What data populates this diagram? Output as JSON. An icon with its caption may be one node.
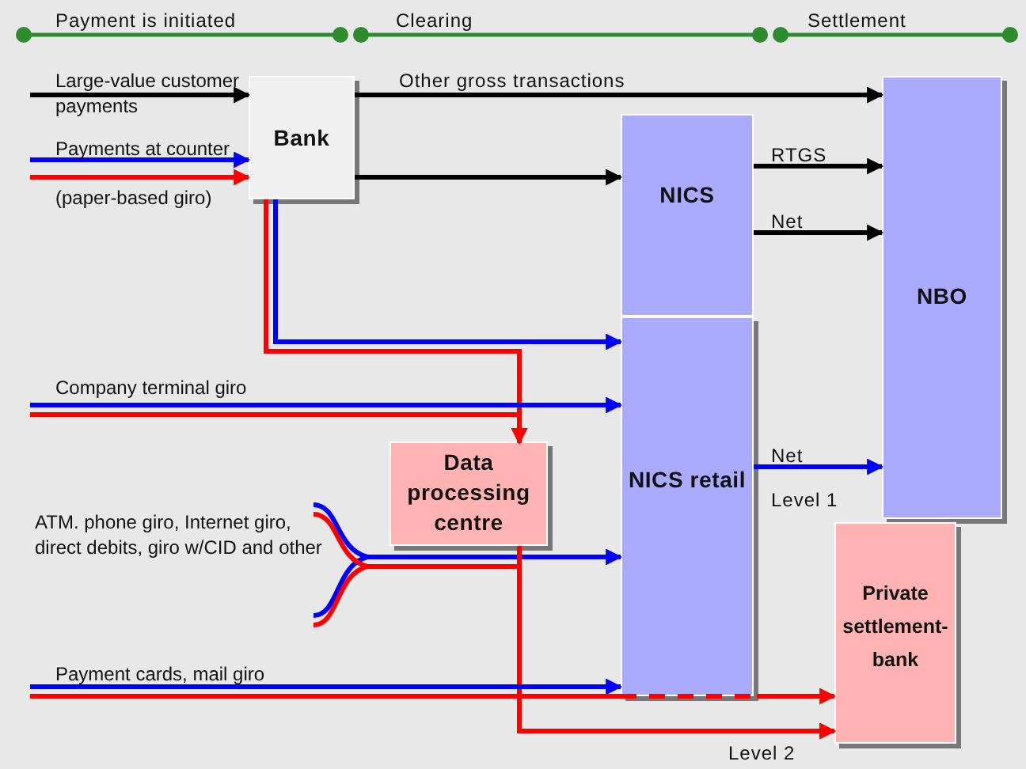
{
  "diagram": {
    "nodes": [
      {
        "text": [
          "Bank"
        ]
      },
      {
        "text": [
          "Data processing centre"
        ]
      },
      {
        "text": [
          "NICS"
        ]
      },
      {
        "text": [
          "NICS retail"
        ]
      },
      {
        "text": [
          "NBO"
        ]
      },
      {
        "text": [
          "Private settlement-bank"
        ]
      },
      {
        "text": [
          "Large-value customer payments"
        ]
      },
      {
        "text": [
          "Payments at counter"
        ],
        "beside": [
          "(paper-based giro)"
        ]
      },
      {
        "text": [
          "Company terminal giro"
        ]
      },
      {
        "text": [
          "ATM. phone giro, Internet giro, direct debits, giro w/CID and other"
        ]
      },
      {
        "text": [
          "Payment cards, mail giro"
        ]
      }
    ],
    "edges": [
      {
        "from": 6,
        "to": 0,
        "arrow": "to",
        "color": "#000000"
      },
      {
        "from": 7,
        "to": 0,
        "arrow": "to",
        "color": "#0000ff"
      },
      {
        "from": 7,
        "to": 0,
        "arrow": "to",
        "color": "#ff0000"
      },
      {
        "from": 0,
        "to": 4,
        "arrow": "to",
        "label": "Other gross transactions",
        "color": "#000000"
      },
      {
        "from": 0,
        "to": 2,
        "arrow": "to",
        "color": "#000000"
      },
      {
        "from": 2,
        "to": 4,
        "arrow": "to",
        "label": "RTGS",
        "color": "#000000"
      },
      {
        "from": 2,
        "to": 4,
        "arrow": "to",
        "label": "Net",
        "color": "#000000"
      },
      {
        "from": 0,
        "to": 3,
        "arrow": "to",
        "color": "#0000ff"
      },
      {
        "from": 0,
        "to": 1,
        "arrow": "to",
        "color": "#ff0000"
      },
      {
        "from": 8,
        "to": 3,
        "arrow": "to",
        "color": "#0000ff"
      },
      {
        "from": 8,
        "to": 1,
        "arrow": "to",
        "color": "#ff0000"
      },
      {
        "from": 9,
        "to": 3,
        "arrow": "to",
        "color": "#0000ff"
      },
      {
        "from": 9,
        "to": 5,
        "arrow": "to",
        "color": "#ff0000"
      },
      {
        "from": 1,
        "to": 5,
        "arrow": "to",
        "label": "Level 2",
        "color": "#ff0000"
      },
      {
        "from": 10,
        "to": 3,
        "arrow": "to",
        "color": "#0000ff"
      },
      {
        "from": 10,
        "to": 5,
        "arrow": "to",
        "color": "#ff0000"
      },
      {
        "from": 3,
        "to": 4,
        "arrow": "to",
        "label": "Net",
        "color": "#0000ff"
      }
    ],
    "labels": [
      "Payment is initiated",
      "Clearing",
      "Settlement",
      "Level 1"
    ]
  }
}
